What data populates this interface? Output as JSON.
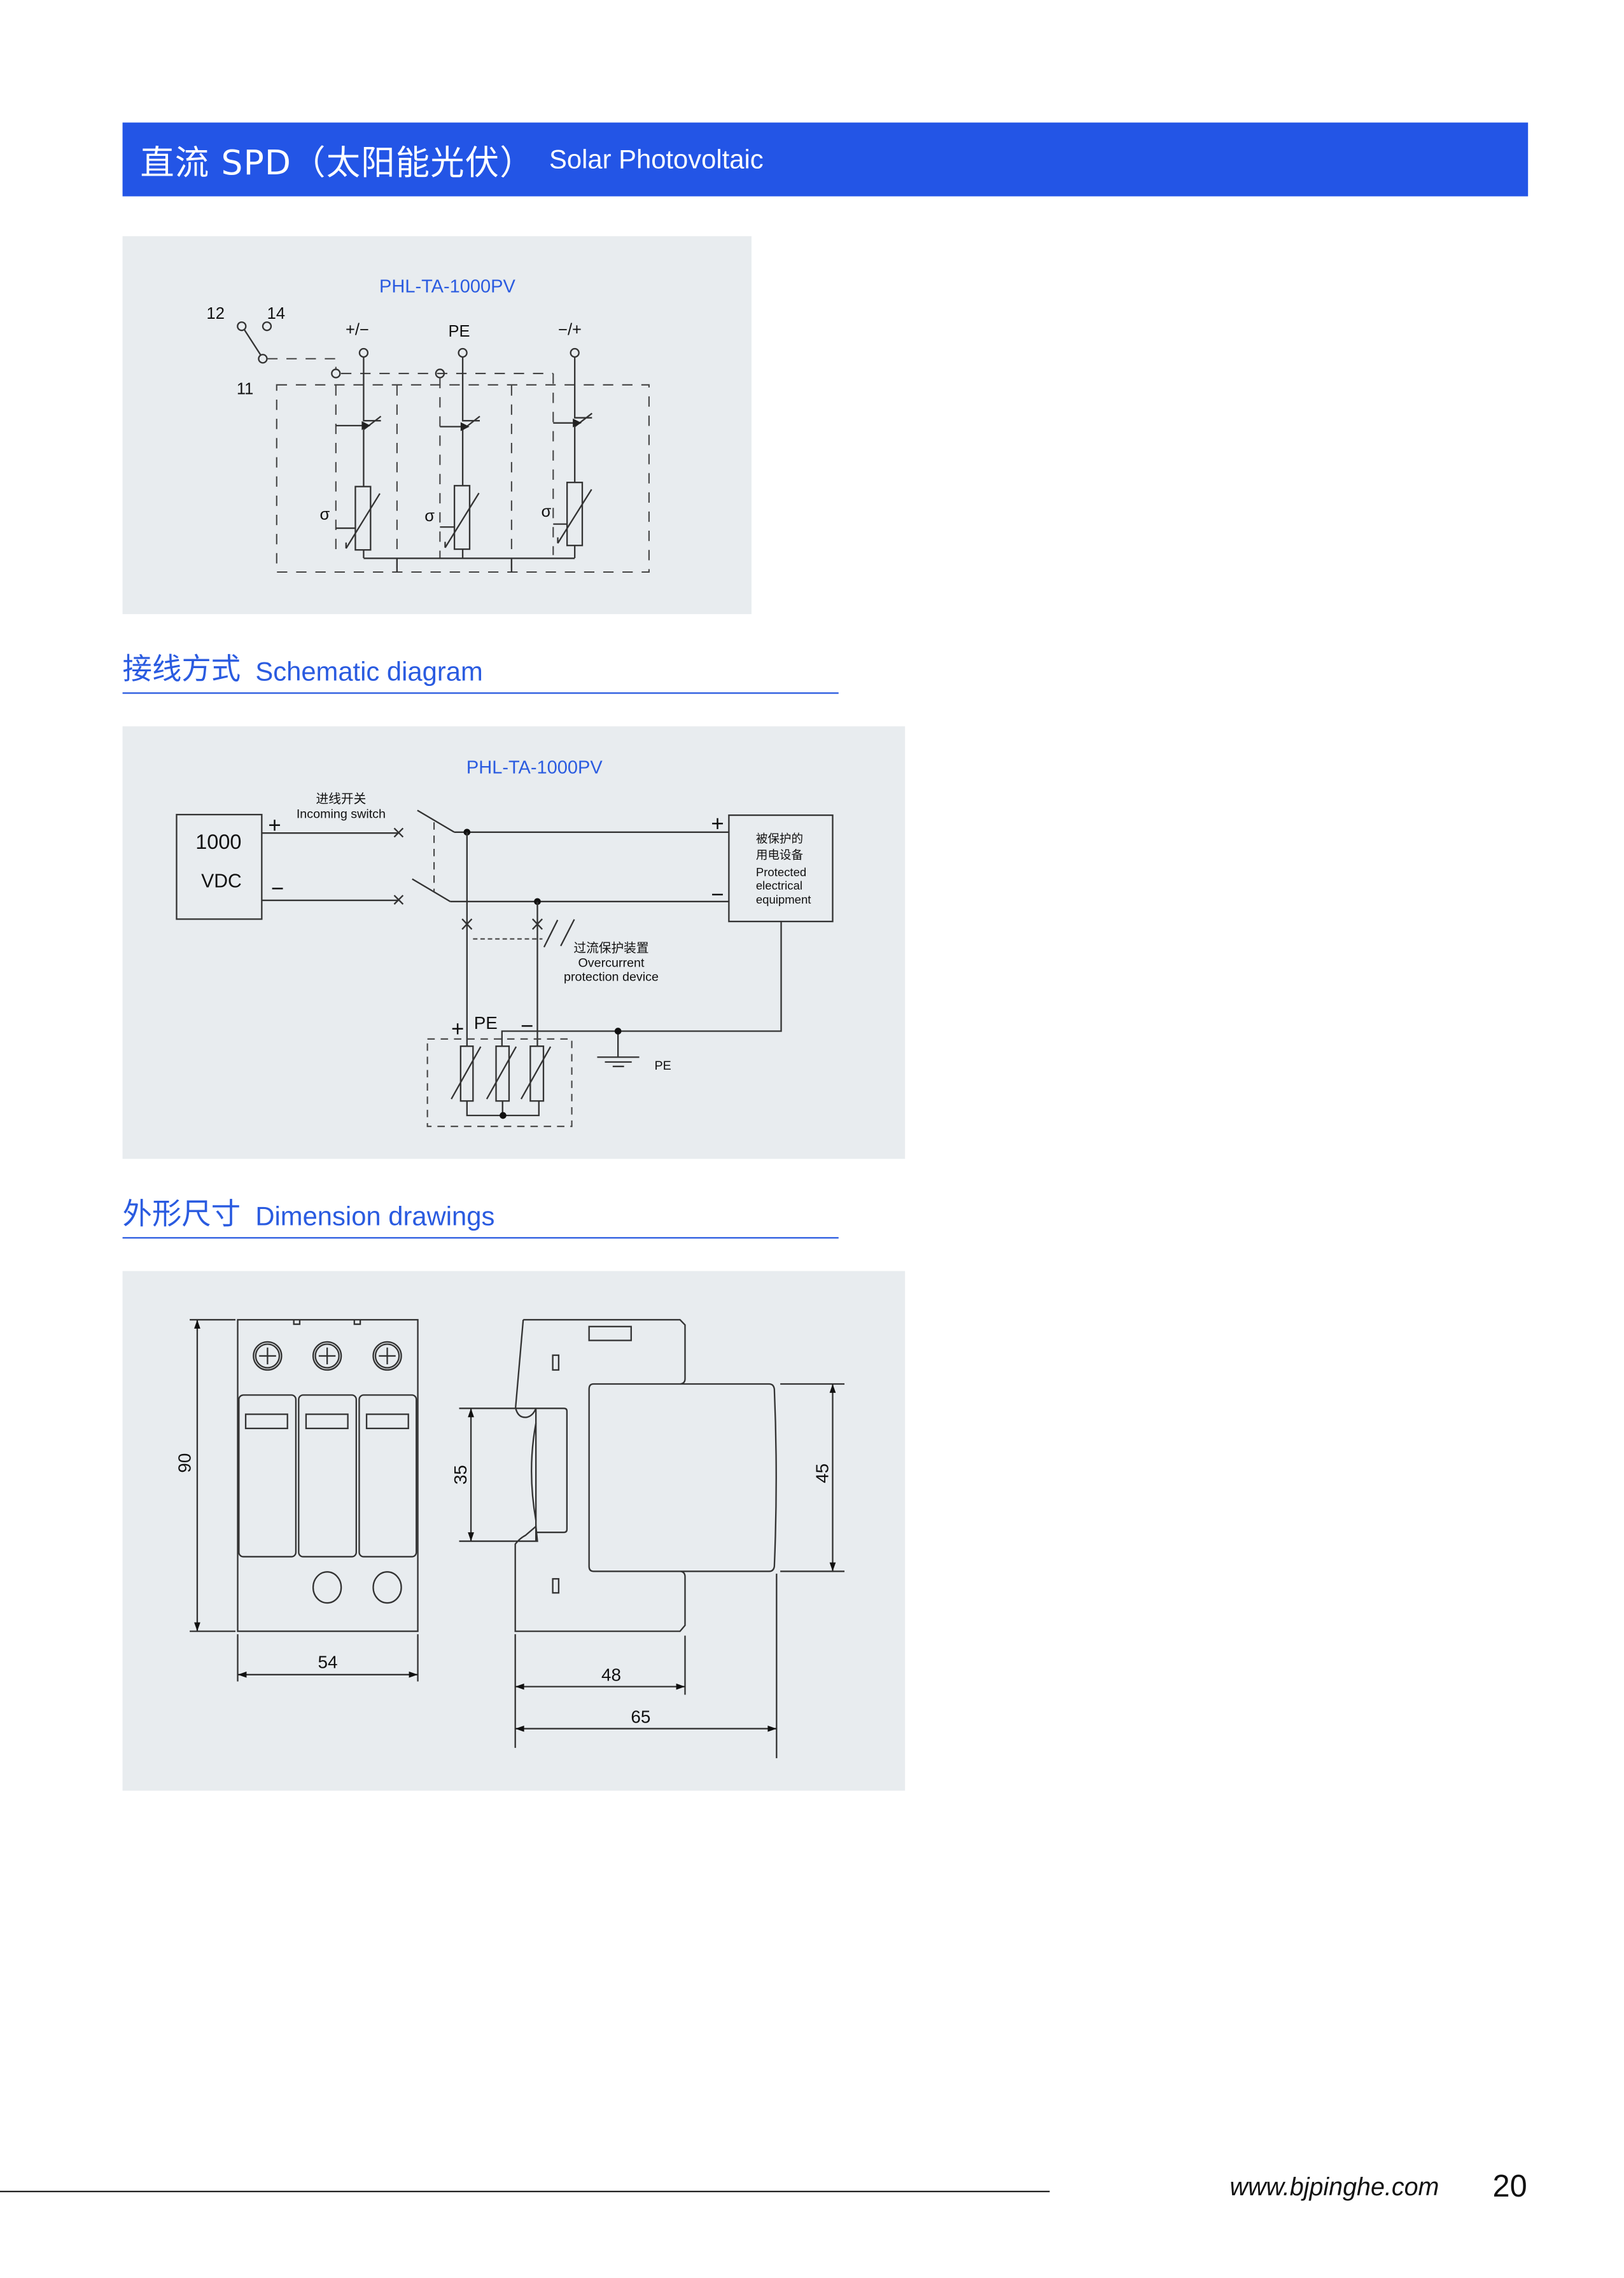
{
  "header": {
    "title_cn": "直流 SPD（太阳能光伏）",
    "title_en": "Solar Photovoltaic",
    "color": "#2355e6"
  },
  "panel1": {
    "model": "PHL-TA-1000PV",
    "contacts": [
      "12",
      "14",
      "11"
    ],
    "terminals": [
      "+/−",
      "PE",
      "−/+"
    ],
    "sigma": "σ"
  },
  "section_schematic": {
    "cn": "接线方式",
    "en": "Schematic diagram"
  },
  "panel2": {
    "model": "PHL-TA-1000PV",
    "source": {
      "line1": "1000",
      "line2": "VDC"
    },
    "plus": "+",
    "minus": "−",
    "switch_cn": "进线开关",
    "switch_en": "Incoming switch",
    "equipment": [
      "被保护的",
      "用电设备",
      "Protected",
      "electrical",
      "equipment"
    ],
    "overcurrent": [
      "过流保护装置",
      "Overcurrent",
      "protection device"
    ],
    "pe": "PE"
  },
  "section_dimension": {
    "cn": "外形尺寸",
    "en": "Dimension drawings"
  },
  "panel3": {
    "dims": {
      "height": "90",
      "width": "54",
      "din": "35",
      "front": "45",
      "depth1": "48",
      "depth2": "65"
    }
  },
  "footer": {
    "url": "www.bjpinghe.com",
    "page": "20"
  }
}
